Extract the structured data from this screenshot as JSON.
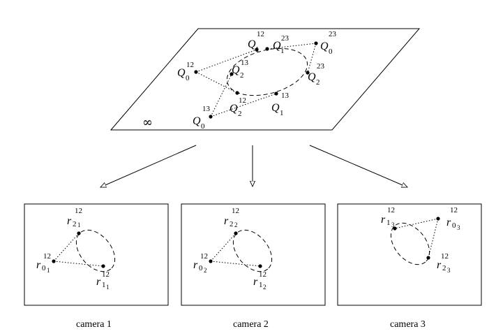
{
  "plane": {
    "infinity_symbol": "∞",
    "points": [
      {
        "id": "Q1_12",
        "base": "Q",
        "sub": "1",
        "sup": "12"
      },
      {
        "id": "Q1_23",
        "base": "Q",
        "sub": "1",
        "sup": "23"
      },
      {
        "id": "Q0_23",
        "base": "Q",
        "sub": "0",
        "sup": "23"
      },
      {
        "id": "Q0_12",
        "base": "Q",
        "sub": "0",
        "sup": "12"
      },
      {
        "id": "Q2_13",
        "base": "Q",
        "sub": "2",
        "sup": "13"
      },
      {
        "id": "Q2_23",
        "base": "Q",
        "sub": "2",
        "sup": "23"
      },
      {
        "id": "Q1_13",
        "base": "Q",
        "sub": "1",
        "sup": "13"
      },
      {
        "id": "Q2_12",
        "base": "Q",
        "sub": "2",
        "sup": "12"
      },
      {
        "id": "Q0_13",
        "base": "Q",
        "sub": "0",
        "sup": "13"
      }
    ]
  },
  "cameras": [
    {
      "caption": "camera 1",
      "points": [
        {
          "base": "r",
          "sub": "2",
          "subsub": "1",
          "sup": "12"
        },
        {
          "base": "r",
          "sub": "0",
          "subsub": "1",
          "sup": "12"
        },
        {
          "base": "r",
          "sub": "1",
          "subsub": "1",
          "sup": "12"
        }
      ]
    },
    {
      "caption": "camera 2",
      "points": [
        {
          "base": "r",
          "sub": "2",
          "subsub": "2",
          "sup": "12"
        },
        {
          "base": "r",
          "sub": "0",
          "subsub": "2",
          "sup": "12"
        },
        {
          "base": "r",
          "sub": "1",
          "subsub": "2",
          "sup": "12"
        }
      ]
    },
    {
      "caption": "camera 3",
      "points": [
        {
          "base": "r",
          "sub": "1",
          "subsub": "3",
          "sup": "12"
        },
        {
          "base": "r",
          "sub": "0",
          "subsub": "3",
          "sup": "12"
        },
        {
          "base": "r",
          "sub": "2",
          "subsub": "3",
          "sup": "12"
        }
      ]
    }
  ]
}
